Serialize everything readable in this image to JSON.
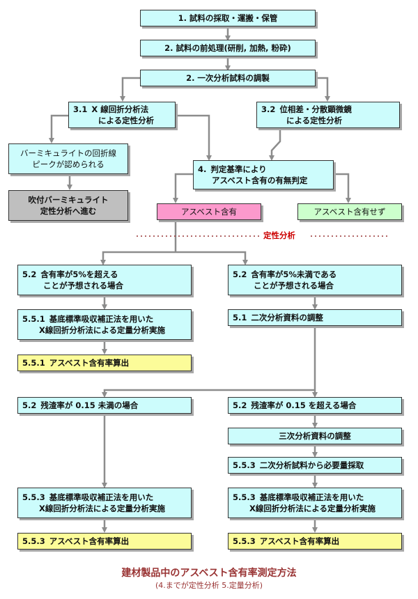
{
  "steps": {
    "step1": "1. 試料の採取・運搬・保管",
    "step2a": "2. 試料の前処理(研削, 加熱, 粉砕)",
    "step2b": "2. 一次分析試料の調製",
    "s31_line1": "X 線回折分析法",
    "s31_line2": "による定性分析",
    "s31_num": "3.1",
    "s32_line1": "位相差・分散顕微鏡",
    "s32_line2": "による定性分析",
    "s32_num": "3.2",
    "verm_line1": "バーミキュライトの回折線",
    "verm_line2": "ピークが認められる",
    "spray_line1": "吹付バーミキュライト",
    "spray_line2": "定性分析へ進む",
    "judge_num": "4.",
    "judge_line1": "判定基準により",
    "judge_line2": "アスベスト含有の有無判定",
    "contains": "アスベスト含有",
    "not_contains": "アスベスト含有せず",
    "quant_label": "定性分析"
  },
  "left": {
    "a_num": "5.2",
    "a_line1": "含有率が5%を超える",
    "a_line2": "ことが予想される場合",
    "b_num": "5.5.1",
    "b_line1": "基底標準吸収補正法を用いた",
    "b_line2": "X線回折分析法による定量分析実施",
    "c_num": "5.5.1",
    "c_text": "アスベスト含有率算出",
    "d_num": "5.2",
    "d_text": "残渣率が 0.15 未満の場合",
    "e_num": "5.5.3",
    "e_line1": "基底標準吸収補正法を用いた",
    "e_line2": "X線回折分析法による定量分析実施",
    "f_num": "5.5.3",
    "f_text": "アスベスト含有率算出"
  },
  "right": {
    "a_num": "5.2",
    "a_line1": "含有率が5%未満である",
    "a_line2": "ことが予想される場合",
    "b_num": "5.1",
    "b_text": "二次分析資料の調整",
    "c_num": "5.2",
    "c_text": "残渣率が 0.15 を超える場合",
    "d_text": "三次分析資料の調整",
    "e_num": "5.5.3",
    "e_text": "二次分析試料から必要量採取",
    "f_num": "5.5.3",
    "f_line1": "基底標準吸収補正法を用いた",
    "f_line2": "X線回折分析法による定量分析実施",
    "g_num": "5.5.3",
    "g_text": "アスベスト含有率算出"
  },
  "footer": {
    "title": "建材製品中のアスベスト含有率測定方法",
    "subtitle": "(4.までが定性分析 5.定量分析)"
  },
  "colors": {
    "line": "#8c8c8c",
    "cyan": "#ccfcfc",
    "yellow": "#fcfc99",
    "pink": "#fc99cc",
    "green": "#ccffcc",
    "gray": "#bfbfbf",
    "dots": "#993333",
    "title": "#993333"
  }
}
